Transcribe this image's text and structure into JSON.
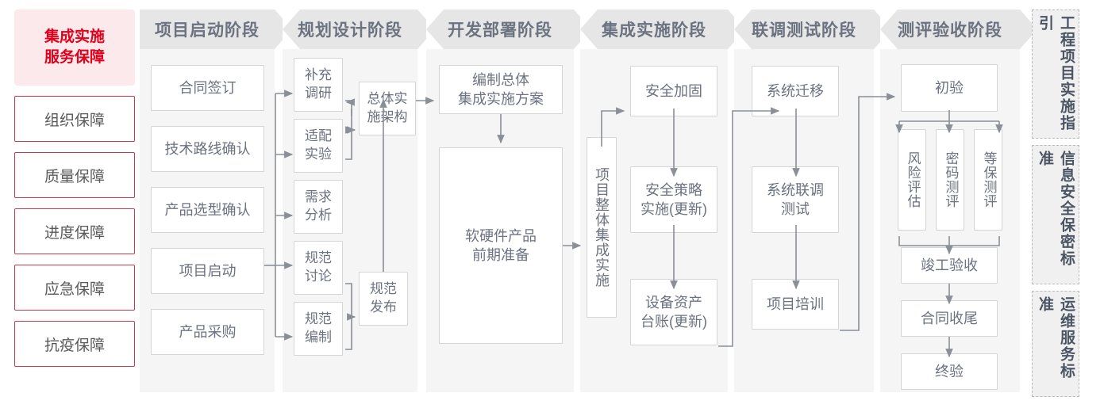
{
  "left_rail": {
    "title_line1": "集成实施",
    "title_line2": "服务保障",
    "title_color": "#e2001a",
    "title_bg": "#fce9ec",
    "items": [
      {
        "label": "组织保障"
      },
      {
        "label": "质量保障"
      },
      {
        "label": "进度保障"
      },
      {
        "label": "应急保障"
      },
      {
        "label": "抗疫保障"
      }
    ]
  },
  "phases": [
    {
      "header": "项目启动阶段",
      "nodes": [
        {
          "label": "合同签订"
        },
        {
          "label": "技术路线确认"
        },
        {
          "label": "产品选型确认"
        },
        {
          "label": "项目启动"
        },
        {
          "label": "产品采购"
        }
      ]
    },
    {
      "header": "规划设计阶段",
      "nodes": [
        {
          "label": "补充\n调研"
        },
        {
          "label": "适配\n实验"
        },
        {
          "label": "需求\n分析"
        },
        {
          "label": "规范\n讨论"
        },
        {
          "label": "规范\n编制"
        },
        {
          "label": "总体实\n施架构"
        },
        {
          "label": "规范\n发布"
        }
      ]
    },
    {
      "header": "开发部署阶段",
      "nodes": [
        {
          "label": "编制总体\n集成实施方案"
        },
        {
          "label": "软硬件产品\n前期准备"
        }
      ]
    },
    {
      "header": "集成实施阶段",
      "nodes": [
        {
          "label": "项目整体集成实施"
        },
        {
          "label": "安全加固"
        },
        {
          "label": "安全策略\n实施(更新)"
        },
        {
          "label": "设备资产\n台账(更新)"
        }
      ]
    },
    {
      "header": "联调测试阶段",
      "nodes": [
        {
          "label": "系统迁移"
        },
        {
          "label": "系统联调\n测试"
        },
        {
          "label": "项目培训"
        }
      ]
    },
    {
      "header": "测评验收阶段",
      "nodes": [
        {
          "label": "初验"
        },
        {
          "label": "风险评估"
        },
        {
          "label": "密码测评"
        },
        {
          "label": "等保测评"
        },
        {
          "label": "竣工验收"
        },
        {
          "label": "合同收尾"
        },
        {
          "label": "终验"
        }
      ]
    }
  ],
  "right_rail": {
    "items": [
      {
        "label": "工程项目实施指引"
      },
      {
        "label": "信息安全保密标准"
      },
      {
        "label": "运维服务标准"
      }
    ]
  },
  "colors": {
    "accent_red": "#e2001a",
    "border_red": "#c9394a",
    "panel_bg": "#f5f5f5",
    "header_bg": "#e6e6e6",
    "node_border": "#d5d5d5",
    "text_gray": "#6b7280",
    "wire": "#8a8f98"
  }
}
